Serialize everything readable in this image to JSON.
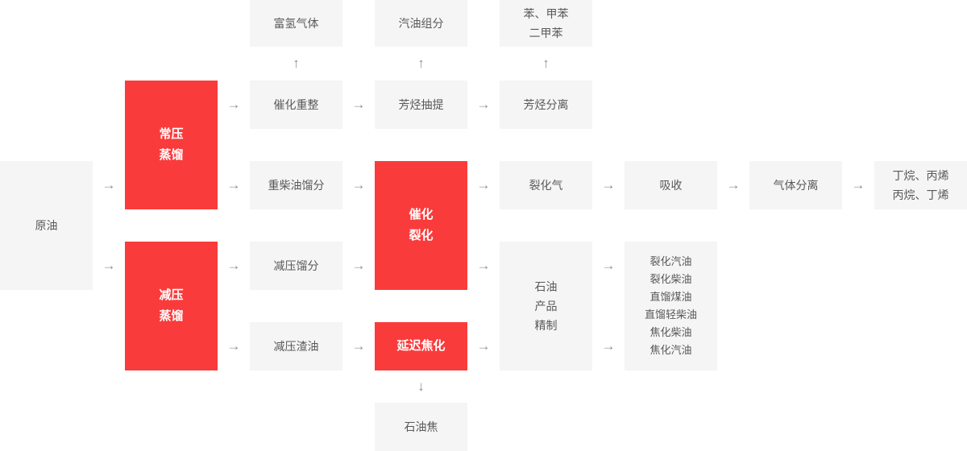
{
  "diagram": {
    "title": "petroleum-refining-process-flowchart",
    "colors": {
      "node_bg": "#f5f5f5",
      "accent_red": "#fa3b3b",
      "node_text": "#595959",
      "accent_text": "#ffffff",
      "arrow": "#8f8f8f",
      "background": "#ffffff"
    },
    "icons": {
      "arrow_right": "→",
      "arrow_up": "↑",
      "arrow_down": "↓"
    },
    "nodes": {
      "crude_oil": "原油",
      "atmospheric_distillation": "常压\n蒸馏",
      "vacuum_distillation": "减压\n蒸馏",
      "hydrogen_rich_gas": "富氢气体",
      "catalytic_reforming": "催化重整",
      "heavy_diesel_fraction": "重柴油馏分",
      "vacuum_fraction": "减压馏分",
      "vacuum_residue": "减压渣油",
      "gasoline_component": "汽油组分",
      "aromatics_extraction": "芳烃抽提",
      "catalytic_cracking": "催化\n裂化",
      "delayed_coking": "延迟焦化",
      "petroleum_coke": "石油焦",
      "benzene_toluene_xylene": "苯、甲苯\n二甲苯",
      "aromatics_separation": "芳烃分离",
      "cracked_gas": "裂化气",
      "product_refining": "石油\n产品\n精制",
      "absorption": "吸收",
      "product_list": "裂化汽油\n裂化柴油\n直馏煤油\n直馏轻柴油\n焦化柴油\n焦化汽油",
      "gas_separation": "气体分离",
      "butane_propylene": "丁烷、丙烯\n丙烷、丁烯"
    },
    "edges": [
      {
        "from": "crude_oil",
        "to": "atmospheric_distillation"
      },
      {
        "from": "crude_oil",
        "to": "vacuum_distillation"
      },
      {
        "from": "atmospheric_distillation",
        "to": "catalytic_reforming"
      },
      {
        "from": "atmospheric_distillation",
        "to": "heavy_diesel_fraction"
      },
      {
        "from": "vacuum_distillation",
        "to": "vacuum_fraction"
      },
      {
        "from": "vacuum_distillation",
        "to": "vacuum_residue"
      },
      {
        "from": "catalytic_reforming",
        "to": "hydrogen_rich_gas"
      },
      {
        "from": "catalytic_reforming",
        "to": "aromatics_extraction"
      },
      {
        "from": "aromatics_extraction",
        "to": "gasoline_component"
      },
      {
        "from": "aromatics_extraction",
        "to": "aromatics_separation"
      },
      {
        "from": "aromatics_separation",
        "to": "benzene_toluene_xylene"
      },
      {
        "from": "heavy_diesel_fraction",
        "to": "catalytic_cracking"
      },
      {
        "from": "vacuum_fraction",
        "to": "catalytic_cracking"
      },
      {
        "from": "vacuum_residue",
        "to": "delayed_coking"
      },
      {
        "from": "catalytic_cracking",
        "to": "cracked_gas"
      },
      {
        "from": "catalytic_cracking",
        "to": "product_refining"
      },
      {
        "from": "delayed_coking",
        "to": "product_refining"
      },
      {
        "from": "delayed_coking",
        "to": "petroleum_coke"
      },
      {
        "from": "cracked_gas",
        "to": "absorption"
      },
      {
        "from": "product_refining",
        "to": "product_list"
      },
      {
        "from": "absorption",
        "to": "gas_separation"
      },
      {
        "from": "gas_separation",
        "to": "butane_propylene"
      }
    ]
  }
}
